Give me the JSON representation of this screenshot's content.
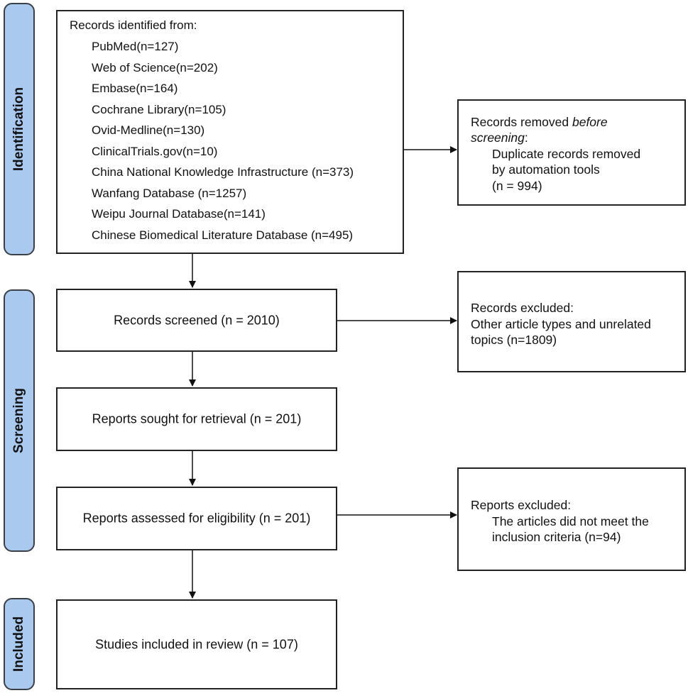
{
  "phases": {
    "identification": "Identification",
    "screening": "Screening",
    "included": "Included"
  },
  "identification_box": {
    "heading": "Records identified from:",
    "sources": [
      "PubMed(n=127)",
      "Web of Science(n=202)",
      "Embase(n=164)",
      "Cochrane Library(n=105)",
      "Ovid-Medline(n=130)",
      "ClinicalTrials.gov(n=10)",
      "China National Knowledge Infrastructure (n=373)",
      "Wanfang Database (n=1257)",
      "Weipu Journal Database(n=141)",
      "Chinese Biomedical Literature Database (n=495)"
    ]
  },
  "removed_box": {
    "line1": "Records removed ",
    "line1_italic": "before",
    "line2_italic": "screening",
    "line2_rest": ":",
    "line3": "Duplicate records removed",
    "line4": "by automation tools",
    "line5": "(n = 994)"
  },
  "screened_box": {
    "label": "Records screened (n = 2010)"
  },
  "excluded_records_box": {
    "line1": "Records excluded:",
    "line2": "Other article types and unrelated",
    "line3": "topics (n=1809)"
  },
  "sought_box": {
    "label": "Reports sought for retrieval (n = 201)"
  },
  "assessed_box": {
    "label": "Reports assessed for eligibility (n = 201)"
  },
  "reports_excluded_box": {
    "line1": "Reports excluded:",
    "line2": "The articles did not meet the",
    "line3": "inclusion criteria (n=94)"
  },
  "included_box": {
    "label": "Studies included in review (n = 107)"
  }
}
